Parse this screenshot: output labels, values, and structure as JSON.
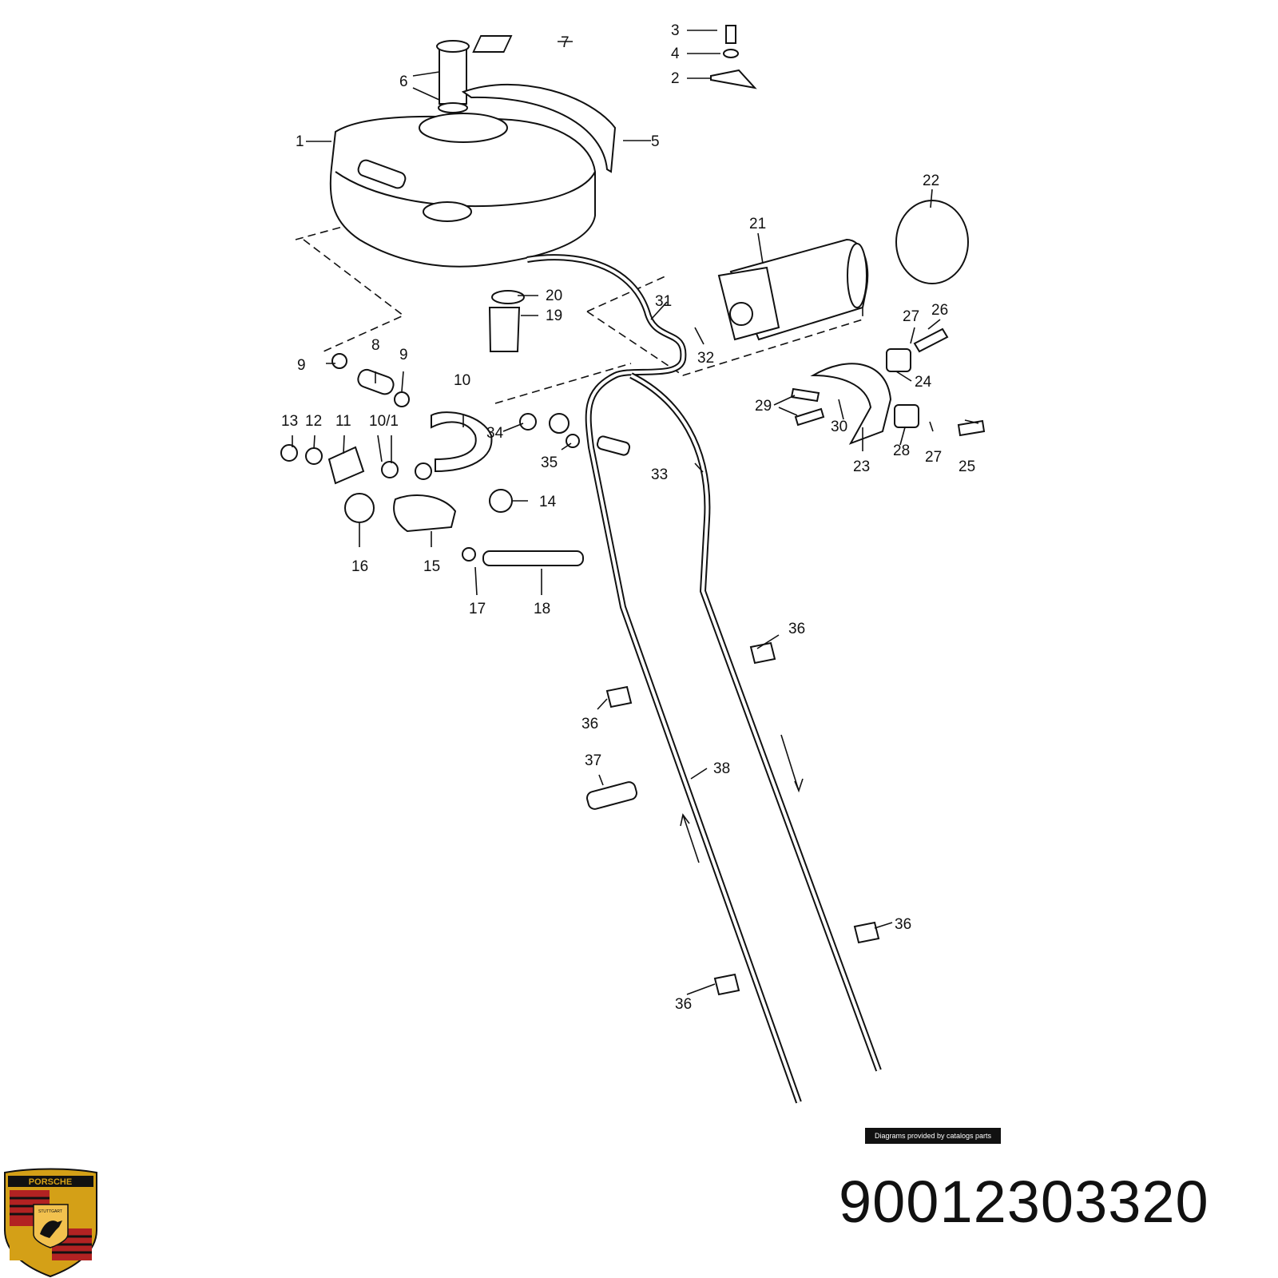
{
  "diagram": {
    "callouts": [
      "1",
      "2",
      "3",
      "4",
      "5",
      "6",
      "7",
      "8",
      "9",
      "9",
      "10",
      "10/1",
      "11",
      "12",
      "13",
      "14",
      "15",
      "16",
      "17",
      "18",
      "19",
      "20",
      "21",
      "22",
      "23",
      "24",
      "25",
      "26",
      "27",
      "27",
      "28",
      "29",
      "30",
      "31",
      "32",
      "33",
      "34",
      "35",
      "36",
      "36",
      "36",
      "36",
      "37",
      "38"
    ]
  },
  "credit": "Diagrams provided by catalogs parts",
  "part_number": "90012303320",
  "logo": {
    "brand_text": "PORSCHE",
    "city_text": "STUTTGART",
    "colors": {
      "gold": "#d4a017",
      "red": "#b22222",
      "black": "#111111"
    }
  }
}
